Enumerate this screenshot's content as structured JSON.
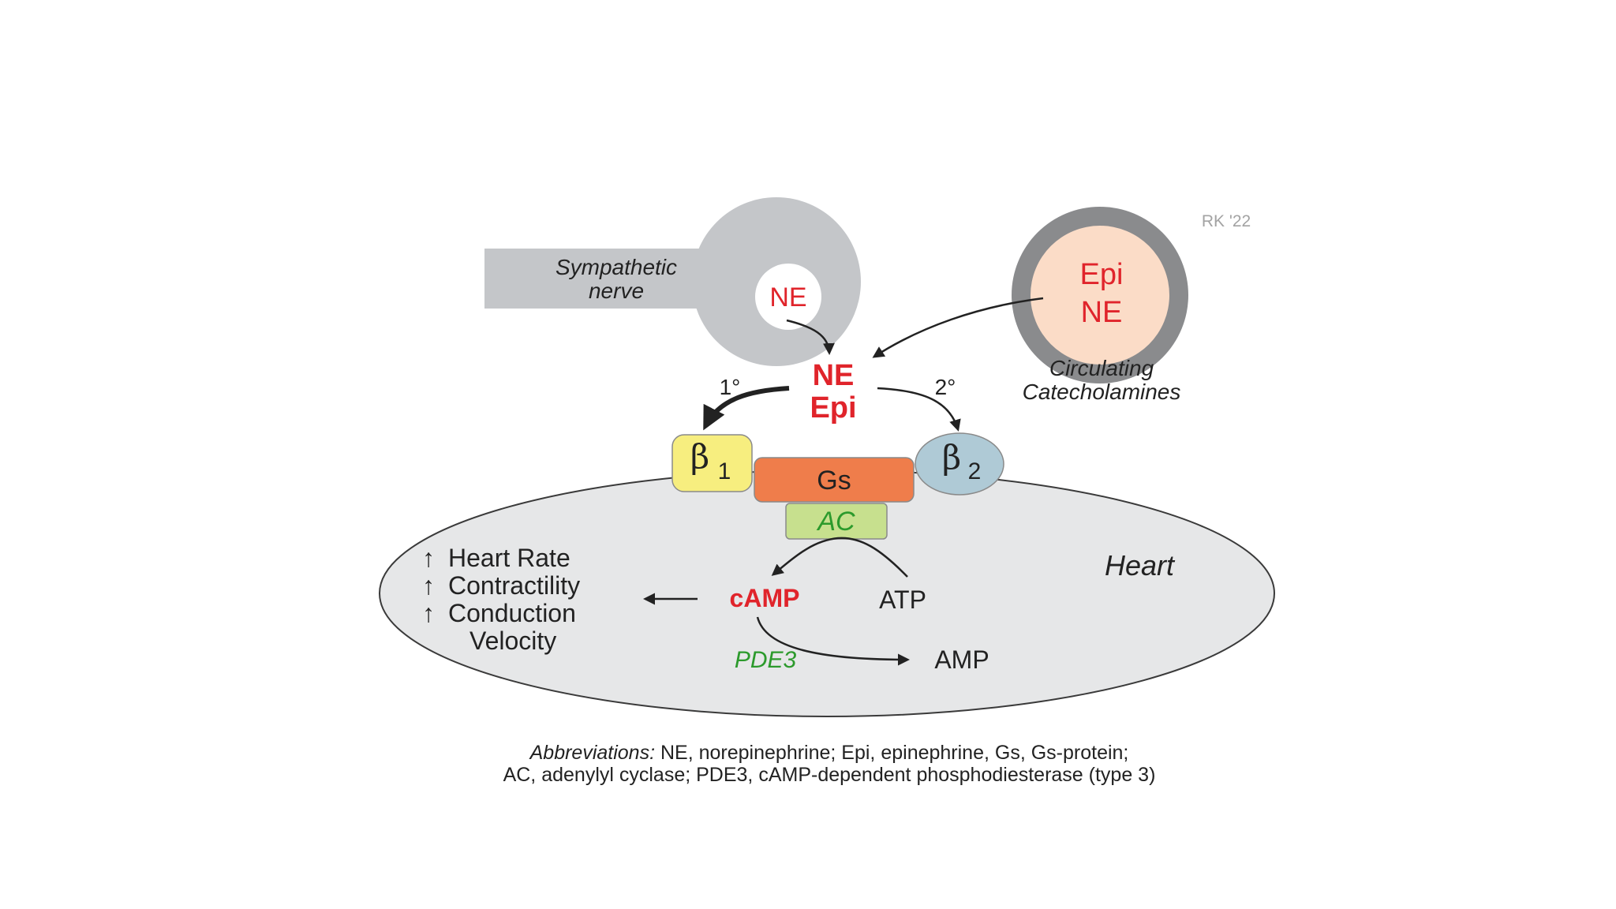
{
  "signature": "RK '22",
  "nerve": {
    "line1": "Sympathetic",
    "line2": "nerve",
    "transmitter": "NE"
  },
  "circulating": {
    "inner_line1": "Epi",
    "inner_line2": "NE",
    "label_line1": "Circulating",
    "label_line2": "Catecholamines"
  },
  "ligands": {
    "line1": "NE",
    "line2": "Epi"
  },
  "pathways": {
    "primary": "1°",
    "secondary": "2°"
  },
  "receptors": {
    "beta1": {
      "symbol": "β",
      "subscript": "1"
    },
    "beta2": {
      "symbol": "β",
      "subscript": "2"
    }
  },
  "gprotein": "Gs",
  "enzyme": "AC",
  "heart_label": "Heart",
  "substrate": "ATP",
  "second_messenger": "cAMP",
  "phosphodiesterase": "PDE3",
  "product": "AMP",
  "effects": [
    {
      "arrow": "↑",
      "text": "Heart Rate"
    },
    {
      "arrow": "↑",
      "text": "Contractility"
    },
    {
      "arrow": "↑",
      "text": "Conduction"
    },
    {
      "arrow": "",
      "text": "Velocity"
    }
  ],
  "abbreviations": {
    "label": "Abbreviations:",
    "line1_rest": " NE, norepinephrine; Epi, epinephrine, Gs, Gs-protein;",
    "line2": "AC, adenylyl cyclase; PDE3, cAMP-dependent phosphodiesterase (type 3)"
  },
  "colors": {
    "red": "#e0242b",
    "green": "#2c9a2c",
    "nerve_gray": "#c4c6c9",
    "membrane_fill": "#e6e7e8",
    "beta1_fill": "#f7ee7f",
    "beta2_fill": "#afcad6",
    "gs_fill": "#ef7d4b",
    "ac_fill": "#c7e08e",
    "vesicle_fill": "#fbdcc7",
    "vesicle_ring": "#8a8b8d"
  }
}
